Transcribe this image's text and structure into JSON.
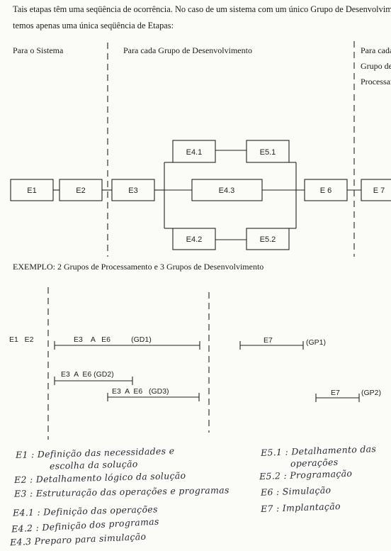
{
  "intro": {
    "line1": "Tais etapas têm uma seqüência de ocorrência. No caso de um sistema com um único Grupo de Desenvolvimento",
    "line2": "temos apenas uma única seqüência de Etapas:"
  },
  "columns": {
    "system": "Para o Sistema",
    "dev_group": "Para cada Grupo de Desenvolvimento",
    "proc_group": [
      "Para cada",
      "Grupo de",
      "Processam"
    ]
  },
  "stages": {
    "e1": "E1",
    "e2": "E2",
    "e3": "E3",
    "e41": "E4.1",
    "e43": "E4.3",
    "e42": "E4.2",
    "e51": "E5.1",
    "e52": "E5.2",
    "e6": "E 6",
    "e7": "E 7"
  },
  "example": {
    "title": "EXEMPLO:  2 Grupos de Processamento e 3 Grupos de Desenvolvimento",
    "e1e2": "E1   E2",
    "gd1": "E3    A   E6          (GD1)",
    "gd2": "E3  A  E6 (GD2)",
    "gd3": "E3  A  E6   (GD3)",
    "gp1_stage": "E7",
    "gp1_tag": "(GP1)",
    "gp2_stage": "E7",
    "gp2_tag": "(GP2)"
  },
  "notes": [
    "E1 : Definição das necessidades e",
    "escolha da solução",
    "E2 : Detalhamento lógico da solução",
    "E3 : Estruturação das operações e programas",
    "E4.1 : Definição das operações",
    "E4.2 : Definição dos programas",
    "E4.3   Preparo para simulação",
    "E5.1 : Detalhamento das",
    "operações",
    "E5.2 : Programação",
    "E6 : Simulação",
    "E7 : Implantação"
  ]
}
